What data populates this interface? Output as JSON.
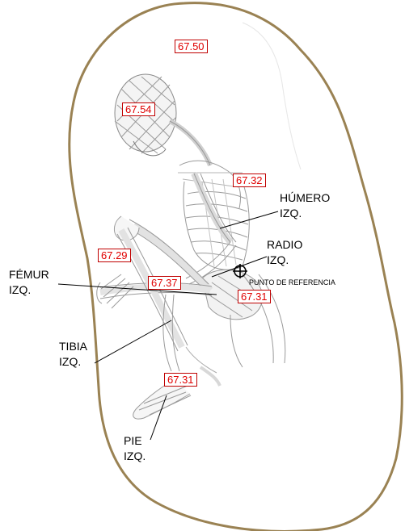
{
  "colors": {
    "outline": "#9a8253",
    "elevation_text": "#e00000",
    "elevation_border": "#c00000",
    "skeleton": "#9a9a9a"
  },
  "elevations": [
    "67.50",
    "67.54",
    "67.32",
    "67.29",
    "67.37",
    "67.31",
    "67.31"
  ],
  "bones": {
    "humero": [
      "HÚMERO",
      "IZQ."
    ],
    "radio": [
      "RADIO",
      "IZQ."
    ],
    "femur": [
      "FÉMUR",
      "IZQ."
    ],
    "tibia": [
      "TIBIA",
      "IZQ."
    ],
    "pie": [
      "PIE",
      "IZQ."
    ]
  },
  "reference_point": {
    "label": "PUNTO DE REFERENCIA",
    "icon": "crosshair-circle-icon"
  }
}
